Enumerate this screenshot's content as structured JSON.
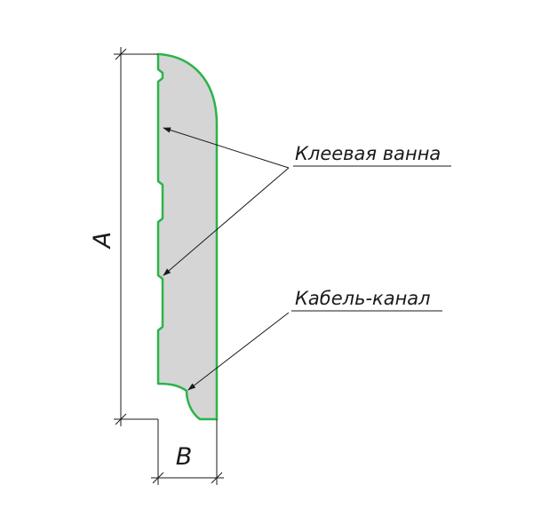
{
  "labels": {
    "glue_bath": "Клеевая ванна",
    "cable_channel": "Кабель-канал",
    "dim_height": "A",
    "dim_width": "B"
  },
  "colors": {
    "profile_fill": "#d5d5d5",
    "profile_outline": "#2db34a",
    "lines": "#1a1a1a"
  }
}
